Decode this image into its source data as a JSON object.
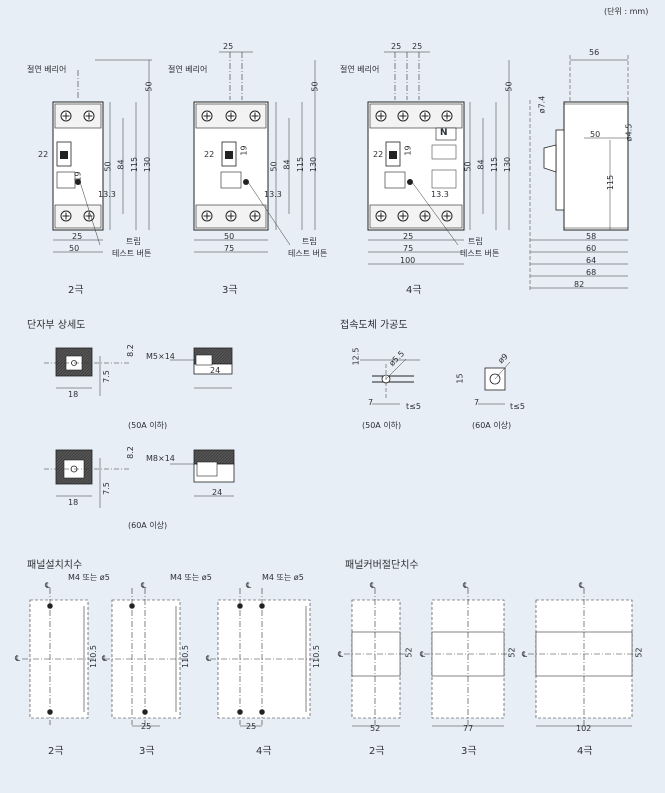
{
  "unit": "(단위 : mm)",
  "front": {
    "barrier": "절연 베리어",
    "trip": "트립",
    "test": "테스트 버튼",
    "n_mark": "N",
    "dims": {
      "d25": "25",
      "d50": "50",
      "d75": "75",
      "d100": "100",
      "d22": "22",
      "d19": "19",
      "d84": "84",
      "d115": "115",
      "d130": "130",
      "d133": "13.3"
    },
    "captions": [
      "2극",
      "3극",
      "4극"
    ]
  },
  "side": {
    "dims": {
      "d56": "56",
      "phi74": "ø7.4",
      "phi45": "ø4.5",
      "d50": "50",
      "d115": "115",
      "d58": "58",
      "d60": "60",
      "d64": "64",
      "d68": "68",
      "d82": "82"
    }
  },
  "terminal": {
    "title": "단자부 상세도",
    "a": {
      "screw": "M5×14",
      "d82": "8.2",
      "d18": "18",
      "d75": "7.5",
      "d24": "24",
      "caption": "(50A 이하)"
    },
    "b": {
      "screw": "M8×14",
      "d82": "8.2",
      "d18": "18",
      "d75": "7.5",
      "d24": "24",
      "caption": "(60A 이상)"
    }
  },
  "conductor": {
    "title": "접속도체 가공도",
    "a": {
      "d125": "12.5",
      "phi": "ø5.5",
      "d7": "7",
      "t": "t≤5",
      "caption": "(50A 이하)"
    },
    "b": {
      "d15": "15",
      "phi": "ø9",
      "d7": "7",
      "t": "t≤5",
      "caption": "(60A 이상)"
    }
  },
  "panel_mount": {
    "title": "패널설치치수",
    "screw": "M4 또는 ø5",
    "cl": "℄",
    "d1105": "110.5",
    "d25": "25",
    "captions": [
      "2극",
      "3극",
      "4극"
    ]
  },
  "panel_cut": {
    "title": "패널커버절단치수",
    "cl": "℄",
    "d52": "52",
    "w": [
      "52",
      "77",
      "102"
    ],
    "captions": [
      "2극",
      "3극",
      "4극"
    ]
  }
}
